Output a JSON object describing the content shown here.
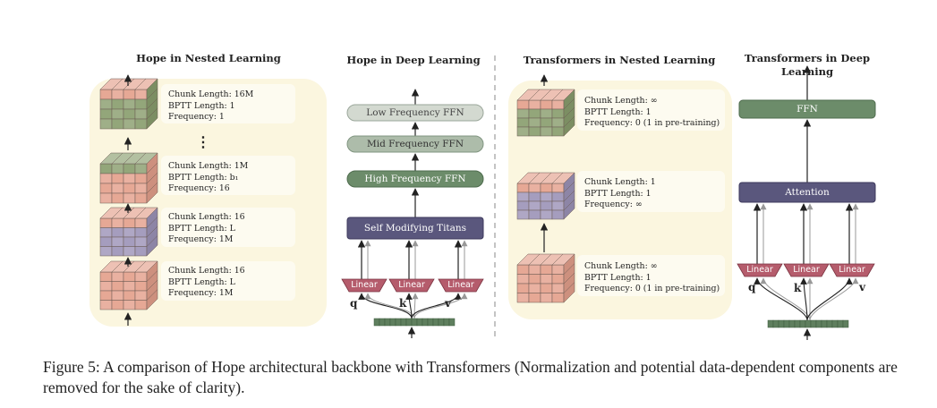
{
  "panels": {
    "hope_nested": {
      "title": "Hope in Nested Learning",
      "levels": [
        {
          "chunk": "Chunk Length: 16M",
          "bptt": "BPTT Length: 1",
          "freq": "Frequency: 1"
        },
        {
          "chunk": "Chunk Length: 1M",
          "bptt": "BPTT Length: b₁",
          "freq": "Frequency: 16"
        },
        {
          "chunk": "Chunk Length: 16",
          "bptt": "BPTT Length: L",
          "freq": "Frequency: 1M"
        },
        {
          "chunk": "Chunk Length: 16",
          "bptt": "BPTT Length: L",
          "freq": "Frequency: 1M"
        }
      ],
      "ellipsis": "⋮"
    },
    "hope_deep": {
      "title": "Hope in Deep Learning",
      "blocks": [
        "Low Frequency FFN",
        "Mid Frequency FFN",
        "High Frequency FFN",
        "Self Modifying Titans"
      ],
      "linear": "Linear",
      "qkv": [
        "q",
        "k",
        "v"
      ]
    },
    "transformers_nested": {
      "title": "Transformers in Nested Learning",
      "levels": [
        {
          "chunk": "Chunk Length: ∞",
          "bptt": "BPTT Length: 1",
          "freq": "Frequency: 0 (1 in pre-training)"
        },
        {
          "chunk": "Chunk Length: 1",
          "bptt": "BPTT Length: 1",
          "freq": "Frequency: ∞"
        },
        {
          "chunk": "Chunk Length: ∞",
          "bptt": "BPTT Length: 1",
          "freq": "Frequency: 0 (1 in pre-training)"
        }
      ]
    },
    "transformers_deep": {
      "title": "Transformers in Deep Learning",
      "blocks": [
        "FFN",
        "Attention"
      ],
      "linear": "Linear",
      "qkv": [
        "q",
        "k",
        "v"
      ]
    }
  },
  "caption": "Figure 5: A comparison of Hope architectural backbone with Transformers (Normalization and potential data-dependent components are removed for the sake of clarity).",
  "colors": {
    "panel_bg": "#fbf6df",
    "info_bg": "#fdfbf0",
    "ffn_low": "#d3d9d0",
    "ffn_mid": "#adbcaa",
    "ffn_high": "#6c8c6a",
    "titans": "#5a577d",
    "linear": "#b55c6c",
    "token": "#5f7f5e",
    "cube_warm": "#e4a08c",
    "cube_green": "#8a9e6e",
    "cube_purple": "#9d94b8"
  }
}
